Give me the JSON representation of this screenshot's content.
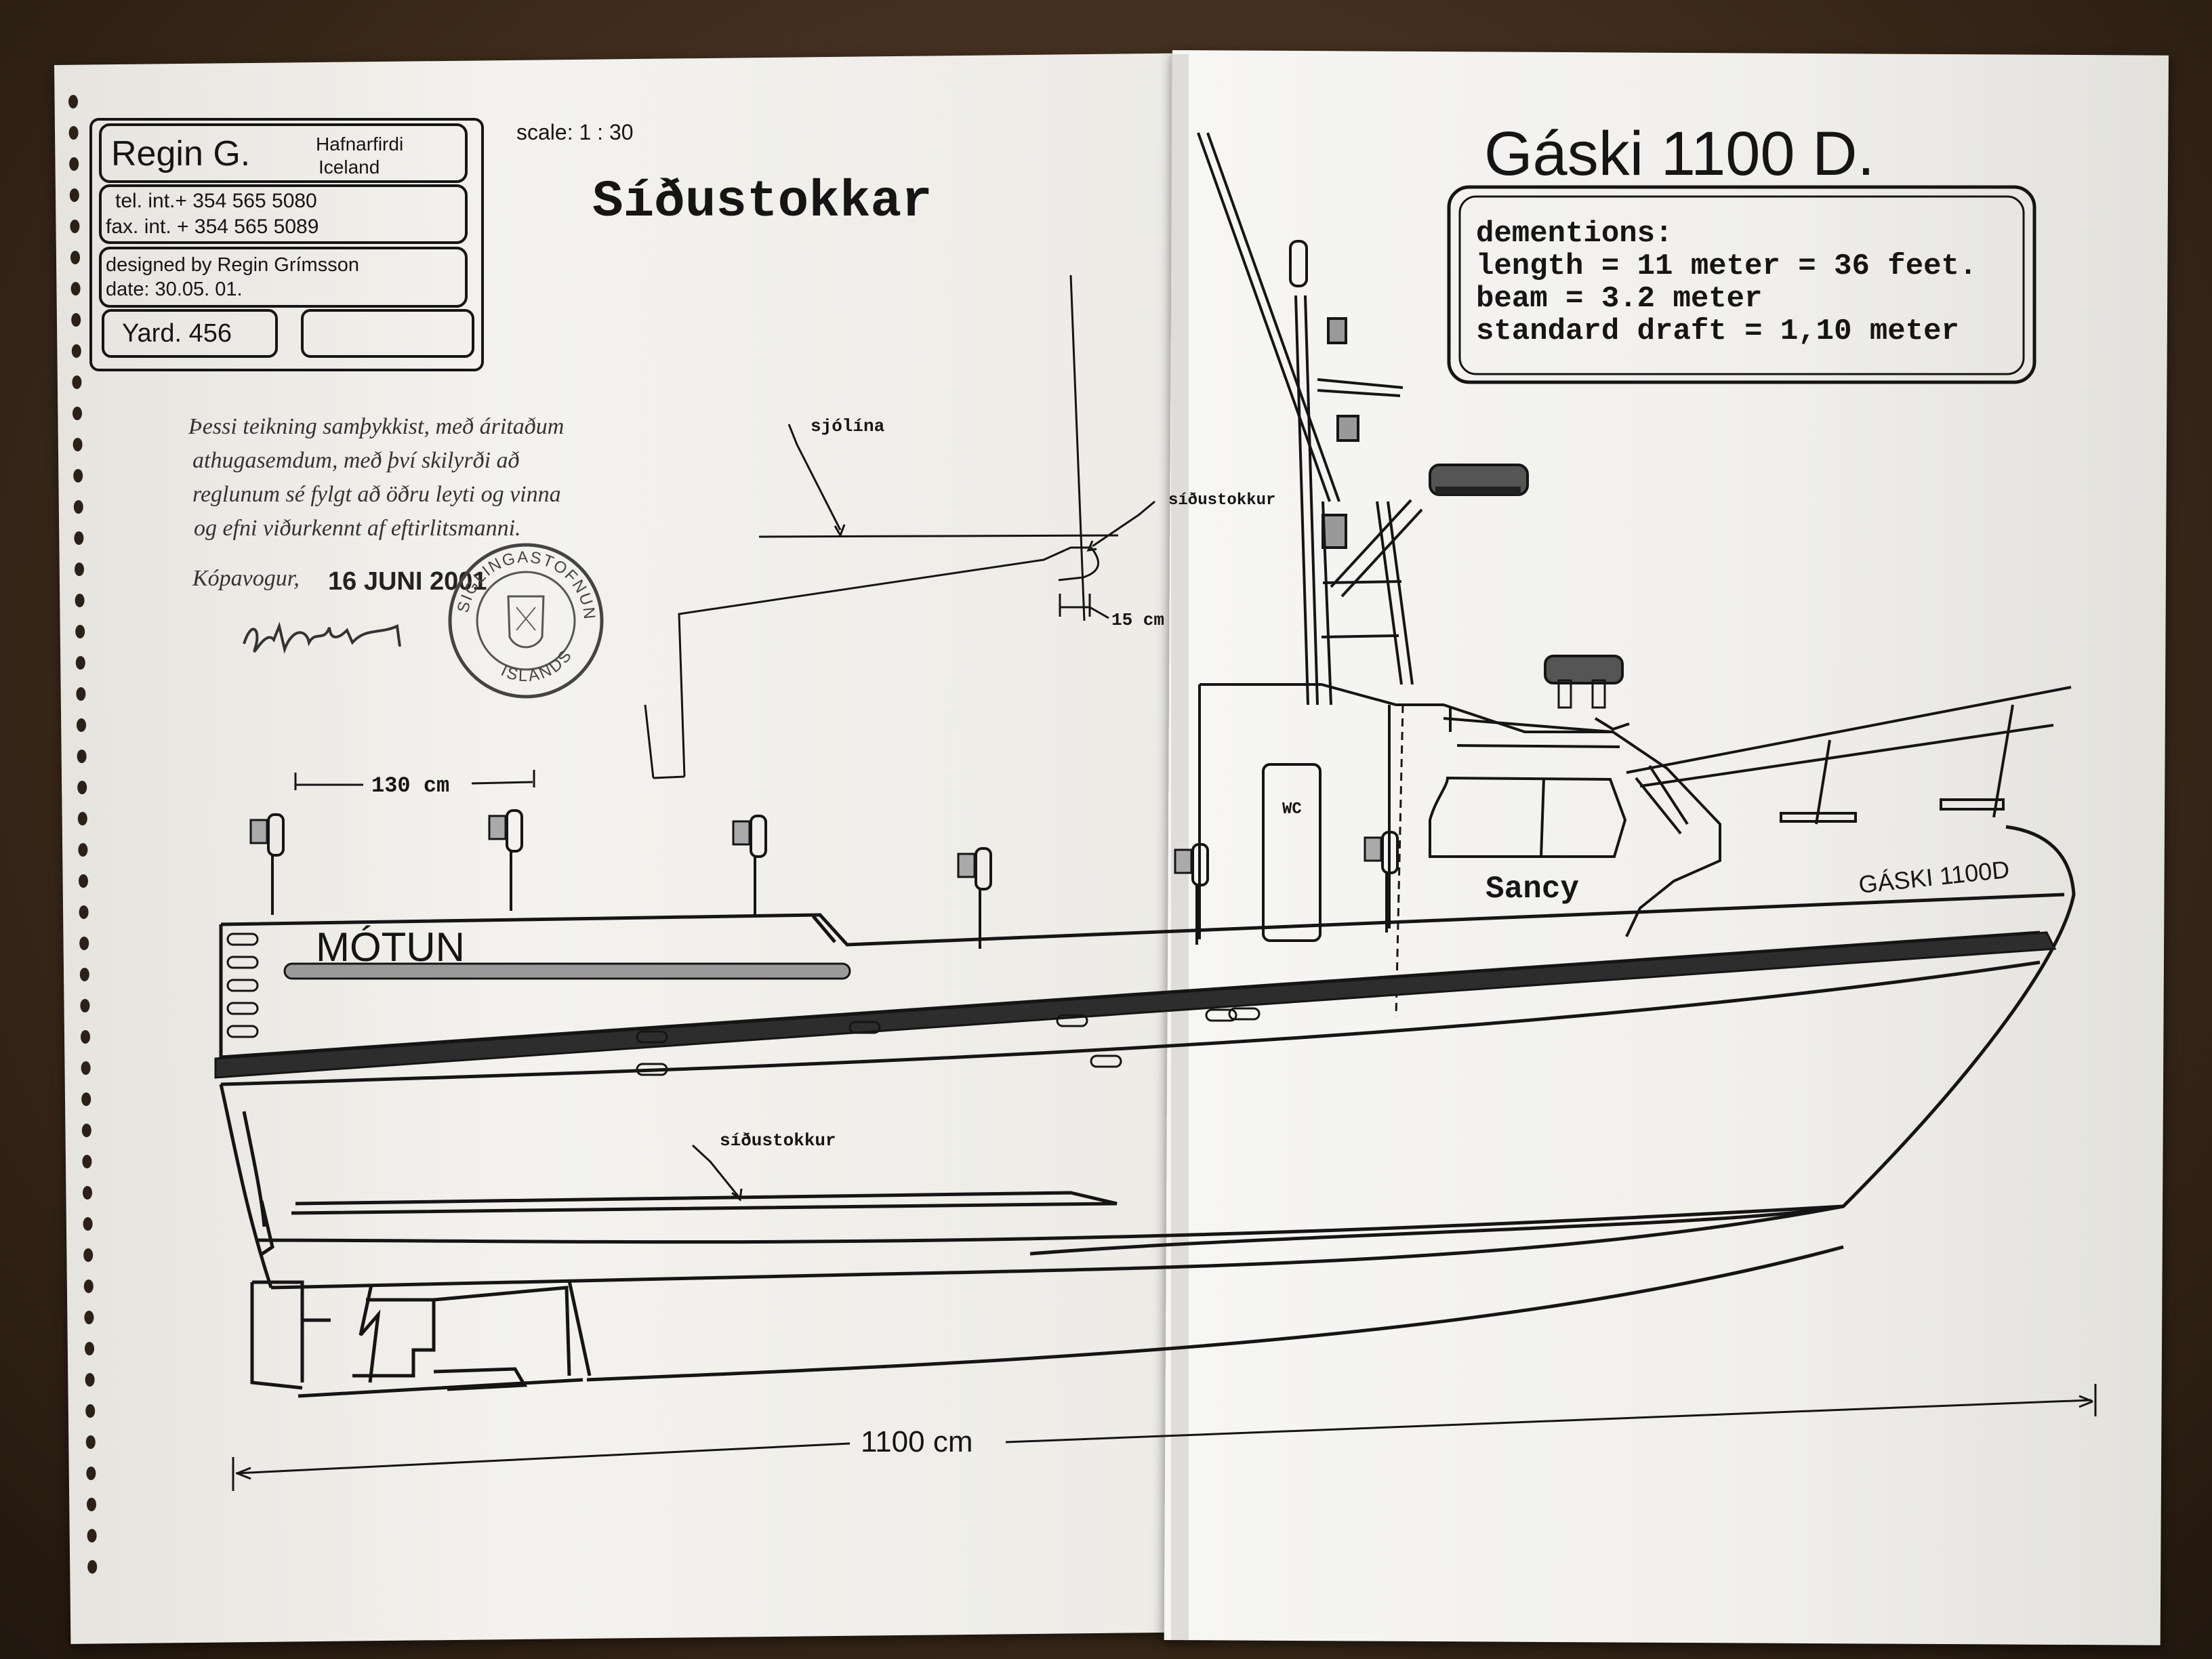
{
  "title_block": {
    "designer_name": "Regin G.",
    "city": "Hafnarfirdi",
    "country": "Iceland",
    "tel": "tel. int.+ 354 565 5080",
    "fax": "fax. int. + 354 565 5089",
    "designed_by": "designed by Regin Grímsson",
    "date": "date: 30.05. 01.",
    "yard": "Yard. 456"
  },
  "scale": "scale: 1 : 30",
  "drawing_title": "Síðustokkar",
  "boat_model": "Gáski 1100 D.",
  "dimensions": {
    "header": "dementions:",
    "length": "length = 11 meter = 36 feet.",
    "beam": "beam = 3.2 meter",
    "draft": "standard draft = 1,10 meter"
  },
  "approval": {
    "lines": [
      "Þessi teikning samþykkist, með áritaðum",
      "athugasemdum, með því skilyrði að",
      "reglunum sé fylgt að öðru leyti og vinna",
      "og efni viðurkennt af eftirlitsmanni."
    ],
    "place": "Kópavogur,",
    "stamp_date": "16 JUNI 2001",
    "seal_top": "SIGLINGASTOFNUN",
    "seal_bottom": "ISLANDS"
  },
  "detail": {
    "waterline_label": "sjólína",
    "strake_label": "síðustokkur",
    "offset": "15 cm"
  },
  "hull": {
    "spacing": "130 cm",
    "name_motun": "MÓTUN",
    "wc": "WC",
    "name_sancy": "Sancy",
    "hull_marking": "GÁSKI 1100D",
    "strake_label": "síðustokkur",
    "overall_length": "1100 cm"
  },
  "colors": {
    "ink": "#151515",
    "paper": "#f2f1ed",
    "table": "#3b2a1b",
    "rubrail": "#2d2d2d",
    "dotted_fill": "#9a9a9a"
  }
}
